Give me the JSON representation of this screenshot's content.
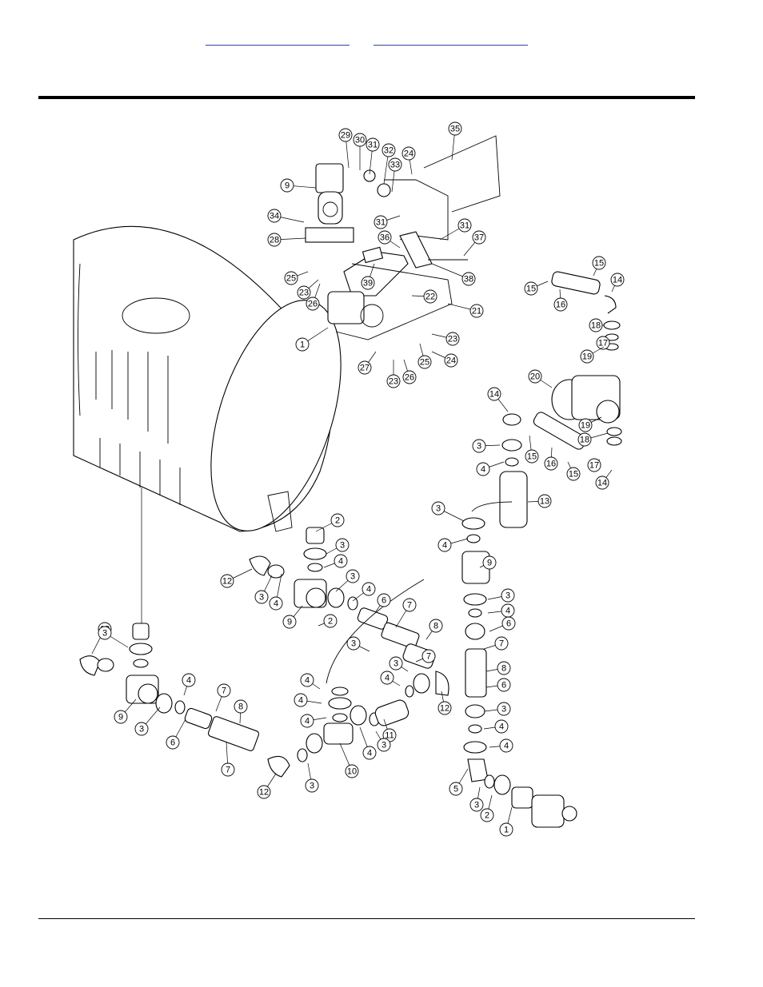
{
  "header": {
    "links": [
      {
        "label": ""
      },
      {
        "label": ""
      }
    ]
  },
  "diagram": {
    "callouts": [
      {
        "n": "29"
      },
      {
        "n": "30"
      },
      {
        "n": "31"
      },
      {
        "n": "32"
      },
      {
        "n": "33"
      },
      {
        "n": "24"
      },
      {
        "n": "35"
      },
      {
        "n": "9"
      },
      {
        "n": "34"
      },
      {
        "n": "31"
      },
      {
        "n": "28"
      },
      {
        "n": "36"
      },
      {
        "n": "31"
      },
      {
        "n": "37"
      },
      {
        "n": "25"
      },
      {
        "n": "23"
      },
      {
        "n": "26"
      },
      {
        "n": "39"
      },
      {
        "n": "38"
      },
      {
        "n": "21"
      },
      {
        "n": "22"
      },
      {
        "n": "1"
      },
      {
        "n": "23"
      },
      {
        "n": "24"
      },
      {
        "n": "27"
      },
      {
        "n": "23"
      },
      {
        "n": "26"
      },
      {
        "n": "25"
      },
      {
        "n": "15"
      },
      {
        "n": "15"
      },
      {
        "n": "14"
      },
      {
        "n": "16"
      },
      {
        "n": "18"
      },
      {
        "n": "17"
      },
      {
        "n": "19"
      },
      {
        "n": "20"
      },
      {
        "n": "14"
      },
      {
        "n": "19"
      },
      {
        "n": "3"
      },
      {
        "n": "18"
      },
      {
        "n": "4"
      },
      {
        "n": "15"
      },
      {
        "n": "16"
      },
      {
        "n": "17"
      },
      {
        "n": "15"
      },
      {
        "n": "14"
      },
      {
        "n": "13"
      },
      {
        "n": "3"
      },
      {
        "n": "2"
      },
      {
        "n": "4"
      },
      {
        "n": "3"
      },
      {
        "n": "12"
      },
      {
        "n": "4"
      },
      {
        "n": "9"
      },
      {
        "n": "3"
      },
      {
        "n": "4"
      },
      {
        "n": "3"
      },
      {
        "n": "3"
      },
      {
        "n": "4"
      },
      {
        "n": "6"
      },
      {
        "n": "4"
      },
      {
        "n": "9"
      },
      {
        "n": "7"
      },
      {
        "n": "6"
      },
      {
        "n": "12"
      },
      {
        "n": "2"
      },
      {
        "n": "7"
      },
      {
        "n": "8"
      },
      {
        "n": "3"
      },
      {
        "n": "3"
      },
      {
        "n": "8"
      },
      {
        "n": "4"
      },
      {
        "n": "7"
      },
      {
        "n": "4"
      },
      {
        "n": "12"
      },
      {
        "n": "4"
      },
      {
        "n": "3"
      },
      {
        "n": "4"
      },
      {
        "n": "7"
      },
      {
        "n": "9"
      },
      {
        "n": "8"
      },
      {
        "n": "6"
      },
      {
        "n": "3"
      },
      {
        "n": "4"
      },
      {
        "n": "11"
      },
      {
        "n": "4"
      },
      {
        "n": "6"
      },
      {
        "n": "3"
      },
      {
        "n": "3"
      },
      {
        "n": "7"
      },
      {
        "n": "10"
      },
      {
        "n": "4"
      },
      {
        "n": "3"
      },
      {
        "n": "12"
      },
      {
        "n": "5"
      },
      {
        "n": "4"
      },
      {
        "n": "3"
      },
      {
        "n": "2"
      },
      {
        "n": "1"
      }
    ]
  }
}
